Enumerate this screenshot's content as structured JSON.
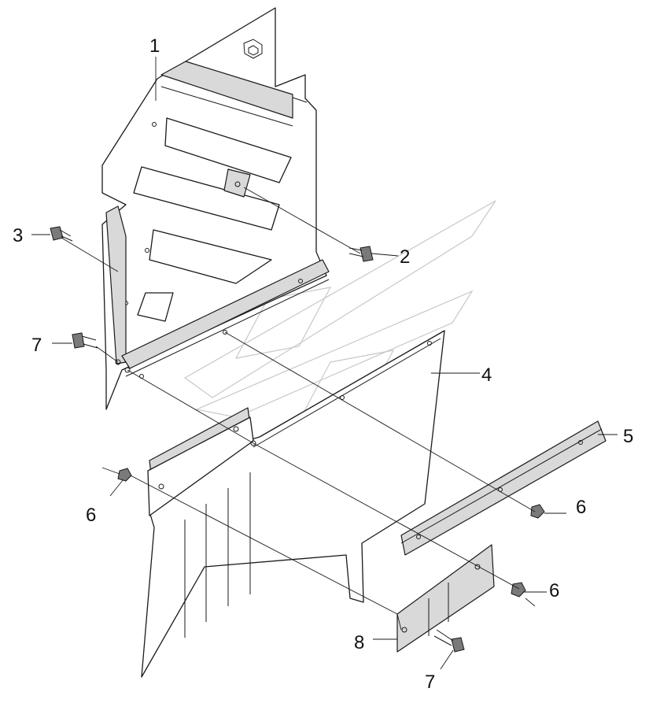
{
  "diagram": {
    "callouts": [
      {
        "id": "1",
        "text": "1"
      },
      {
        "id": "2",
        "text": "2"
      },
      {
        "id": "3",
        "text": "3"
      },
      {
        "id": "4",
        "text": "4"
      },
      {
        "id": "5",
        "text": "5"
      },
      {
        "id": "6a",
        "text": "6"
      },
      {
        "id": "6b",
        "text": "6"
      },
      {
        "id": "6c",
        "text": "6"
      },
      {
        "id": "7a",
        "text": "7"
      },
      {
        "id": "7b",
        "text": "7"
      },
      {
        "id": "8",
        "text": "8"
      }
    ],
    "colors": {
      "line": "#1a1a1a",
      "shade": "#d9d9d9",
      "watermark": "#c8c8c8"
    }
  }
}
